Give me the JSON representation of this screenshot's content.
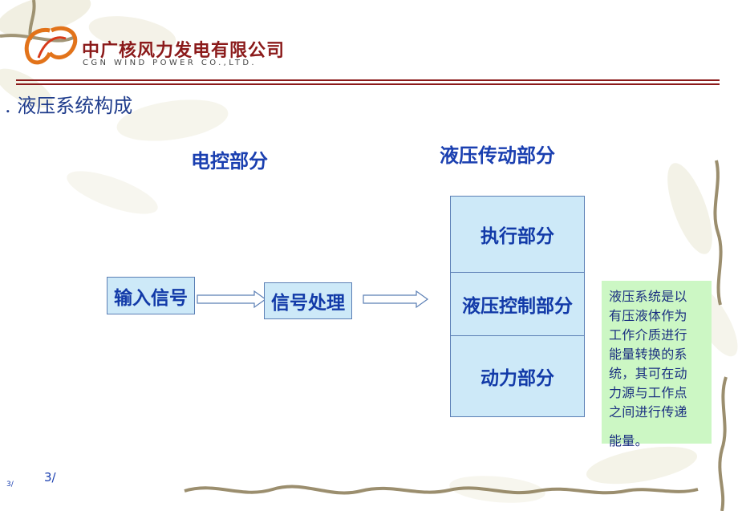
{
  "logo": {
    "name_cn": "中广核风力发电有限公司",
    "name_en": "CGN WIND POWER CO.,LTD."
  },
  "slide": {
    "title": ". 液压系统构成"
  },
  "diagram": {
    "heading_left": "电控部分",
    "heading_right": "液压传动部分",
    "input_box": "输入信号",
    "process_box": "信号处理",
    "stack": {
      "top": "执行部分",
      "middle": "液压控制部分",
      "bottom": "动力部分"
    }
  },
  "note": {
    "lines": [
      "液压系统是以",
      "有压液体作为",
      "工作介质进行",
      "能量转换的系",
      "统，其可在动",
      "力源与工作点",
      "之间进行传递"
    ],
    "tail": "能量。"
  },
  "footer": {
    "page_label": "3/",
    "page_label_small": "3/"
  },
  "colors": {
    "text_blue": "#1a3fb0",
    "box_fill": "#cde9f8",
    "note_fill": "#ccf7c4",
    "rule_red": "#8b1a1a"
  }
}
